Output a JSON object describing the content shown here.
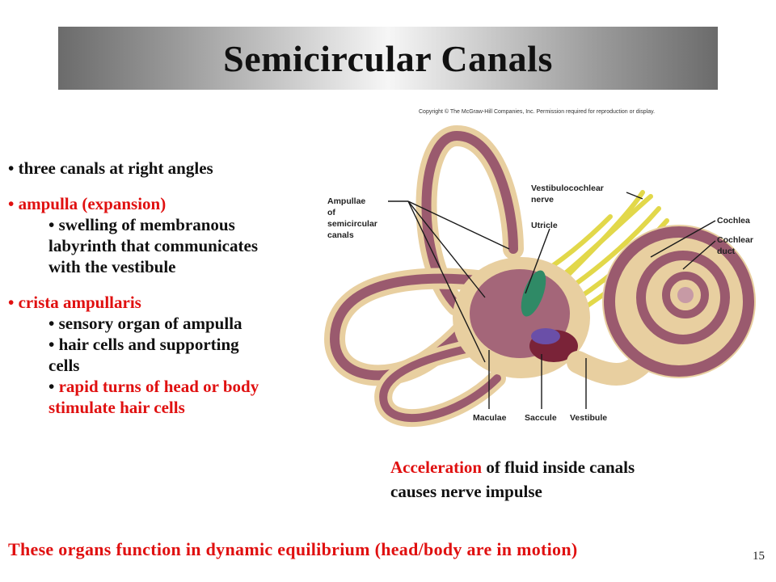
{
  "title": "Semicircular Canals",
  "bullets": {
    "b1": "• three canals at right angles",
    "b2": "• ampulla (expansion)",
    "b3_lines": [
      "• swelling of membranous",
      "labyrinth that communicates",
      "with the vestibule"
    ],
    "b4": "• crista ampullaris",
    "b5": "• sensory organ of ampulla",
    "b6_lines": [
      "• hair cells and supporting",
      "cells"
    ],
    "b7_bullet": "•",
    "b7_lines": [
      "rapid turns of head or body",
      "stimulate hair cells"
    ]
  },
  "figure": {
    "copyright": "Copyright © The McGraw-Hill Companies, Inc. Permission required for reproduction or display.",
    "labels": {
      "ampullae": [
        "Ampullae",
        "of",
        "semicircular",
        "canals"
      ],
      "vestibulocochlear": [
        "Vestibulocochlear",
        "nerve"
      ],
      "utricle": "Utricle",
      "cochlea": "Cochlea",
      "cochlear_duct": [
        "Cochlear",
        "duct"
      ],
      "maculae": "Maculae",
      "saccule": "Saccule",
      "vestibule": "Vestibule"
    }
  },
  "caption": {
    "highlight": "Acceleration",
    "rest_line1": " of fluid inside canals",
    "line2": "causes nerve impulse"
  },
  "bottom_text": "These organs function in dynamic equilibrium (head/body are in motion)",
  "page_number": "15",
  "colors": {
    "accent_red": "#e01010",
    "canal_outer": "#e8cfa0",
    "canal_inner": "#9a5a6e",
    "nerve": "#e8e060"
  }
}
